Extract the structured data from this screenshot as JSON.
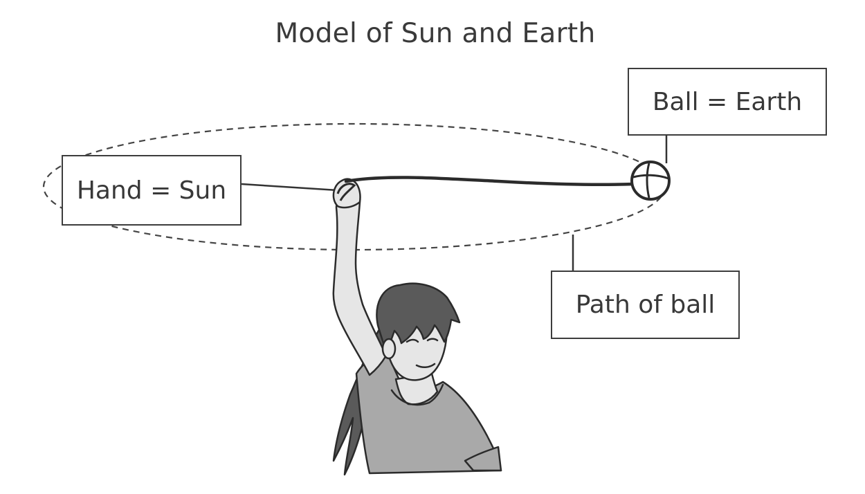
{
  "title": "Model of Sun and Earth",
  "labels": {
    "earth": "Ball = Earth",
    "sun": "Hand = Sun",
    "path": "Path of ball"
  },
  "illustration": {
    "subject": "girl swinging a ball on a string overhead",
    "orbit_style": "dashed ellipse",
    "colors": {
      "outline": "#2b2b2b",
      "skin": "#e6e6e6",
      "hair": "#5a5a5a",
      "shirt": "#a9a9a9"
    }
  }
}
